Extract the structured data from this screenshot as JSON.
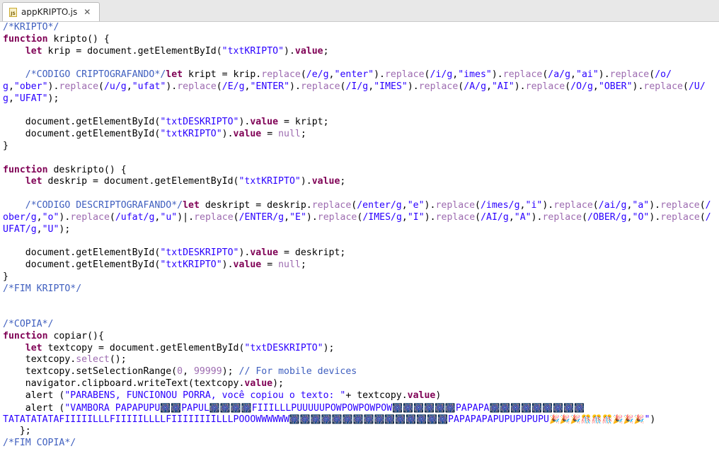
{
  "tab": {
    "title": "appKRIPTO.js",
    "icon": "JS",
    "close": "✕"
  },
  "lines": [
    [
      [
        "c",
        "/*KRIPTO*/"
      ]
    ],
    [
      [
        "k",
        "function"
      ],
      [
        "d",
        " kripto() {"
      ]
    ],
    [
      [
        "d",
        "    "
      ],
      [
        "k",
        "let"
      ],
      [
        "d",
        " krip = document.getElementById("
      ],
      [
        "s",
        "\"txtKRIPTO\""
      ],
      [
        "d",
        ")."
      ],
      [
        "p",
        "value"
      ],
      [
        "d",
        ";"
      ]
    ],
    [
      [
        "d",
        ""
      ]
    ],
    [
      [
        "d",
        "    "
      ],
      [
        "c",
        "/*CODIGO CRIPTOGRAFANDO*/"
      ],
      [
        "k",
        "let"
      ],
      [
        "d",
        " kript = krip."
      ],
      [
        "m",
        "replace"
      ],
      [
        "d",
        "("
      ],
      [
        "s",
        "/e/g"
      ],
      [
        "d",
        ","
      ],
      [
        "s",
        "\"enter\""
      ],
      [
        "d",
        ")."
      ],
      [
        "m",
        "replace"
      ],
      [
        "d",
        "("
      ],
      [
        "s",
        "/i/g"
      ],
      [
        "d",
        ","
      ],
      [
        "s",
        "\"imes\""
      ],
      [
        "d",
        ")."
      ],
      [
        "m",
        "replace"
      ],
      [
        "d",
        "("
      ],
      [
        "s",
        "/a/g"
      ],
      [
        "d",
        ","
      ],
      [
        "s",
        "\"ai\""
      ],
      [
        "d",
        ")."
      ],
      [
        "m",
        "replace"
      ],
      [
        "d",
        "("
      ],
      [
        "s",
        "/o/"
      ]
    ],
    [
      [
        "s",
        "g"
      ],
      [
        "d",
        ","
      ],
      [
        "s",
        "\"ober\""
      ],
      [
        "d",
        ")."
      ],
      [
        "m",
        "replace"
      ],
      [
        "d",
        "("
      ],
      [
        "s",
        "/u/g"
      ],
      [
        "d",
        ","
      ],
      [
        "s",
        "\"ufat\""
      ],
      [
        "d",
        ")."
      ],
      [
        "m",
        "replace"
      ],
      [
        "d",
        "("
      ],
      [
        "s",
        "/E/g"
      ],
      [
        "d",
        ","
      ],
      [
        "s",
        "\"ENTER\""
      ],
      [
        "d",
        ")."
      ],
      [
        "m",
        "replace"
      ],
      [
        "d",
        "("
      ],
      [
        "s",
        "/I/g"
      ],
      [
        "d",
        ","
      ],
      [
        "s",
        "\"IMES\""
      ],
      [
        "d",
        ")."
      ],
      [
        "m",
        "replace"
      ],
      [
        "d",
        "("
      ],
      [
        "s",
        "/A/g"
      ],
      [
        "d",
        ","
      ],
      [
        "s",
        "\"AI\""
      ],
      [
        "d",
        ")."
      ],
      [
        "m",
        "replace"
      ],
      [
        "d",
        "("
      ],
      [
        "s",
        "/O/g"
      ],
      [
        "d",
        ","
      ],
      [
        "s",
        "\"OBER\""
      ],
      [
        "d",
        ")."
      ],
      [
        "m",
        "replace"
      ],
      [
        "d",
        "("
      ],
      [
        "s",
        "/U/"
      ]
    ],
    [
      [
        "s",
        "g"
      ],
      [
        "d",
        ","
      ],
      [
        "s",
        "\"UFAT\""
      ],
      [
        "d",
        ");"
      ]
    ],
    [
      [
        "d",
        ""
      ]
    ],
    [
      [
        "d",
        "    document.getElementById("
      ],
      [
        "s",
        "\"txtDESKRIPTO\""
      ],
      [
        "d",
        ")."
      ],
      [
        "p",
        "value"
      ],
      [
        "d",
        " = kript;"
      ]
    ],
    [
      [
        "d",
        "    document.getElementById("
      ],
      [
        "s",
        "\"txtKRIPTO\""
      ],
      [
        "d",
        ")."
      ],
      [
        "p",
        "value"
      ],
      [
        "d",
        " = "
      ],
      [
        "n",
        "null"
      ],
      [
        "d",
        ";"
      ]
    ],
    [
      [
        "d",
        "}"
      ]
    ],
    [
      [
        "d",
        ""
      ]
    ],
    [
      [
        "k",
        "function"
      ],
      [
        "d",
        " deskripto() {"
      ]
    ],
    [
      [
        "d",
        "    "
      ],
      [
        "k",
        "let"
      ],
      [
        "d",
        " deskrip = document.getElementById("
      ],
      [
        "s",
        "\"txtKRIPTO\""
      ],
      [
        "d",
        ")."
      ],
      [
        "p",
        "value"
      ],
      [
        "d",
        ";"
      ]
    ],
    [
      [
        "d",
        ""
      ]
    ],
    [
      [
        "d",
        "    "
      ],
      [
        "c",
        "/*CODIGO DESCRIPTOGRAFANDO*/"
      ],
      [
        "k",
        "let"
      ],
      [
        "d",
        " deskript = deskrip."
      ],
      [
        "m",
        "replace"
      ],
      [
        "d",
        "("
      ],
      [
        "s",
        "/enter/g"
      ],
      [
        "d",
        ","
      ],
      [
        "s",
        "\"e\""
      ],
      [
        "d",
        ")."
      ],
      [
        "m",
        "replace"
      ],
      [
        "d",
        "("
      ],
      [
        "s",
        "/imes/g"
      ],
      [
        "d",
        ","
      ],
      [
        "s",
        "\"i\""
      ],
      [
        "d",
        ")."
      ],
      [
        "m",
        "replace"
      ],
      [
        "d",
        "("
      ],
      [
        "s",
        "/ai/g"
      ],
      [
        "d",
        ","
      ],
      [
        "s",
        "\"a\""
      ],
      [
        "d",
        ")."
      ],
      [
        "m",
        "replace"
      ],
      [
        "d",
        "("
      ],
      [
        "s",
        "/"
      ]
    ],
    [
      [
        "s",
        "ober/g"
      ],
      [
        "d",
        ","
      ],
      [
        "s",
        "\"o\""
      ],
      [
        "d",
        ")."
      ],
      [
        "m",
        "replace"
      ],
      [
        "d",
        "("
      ],
      [
        "s",
        "/ufat/g"
      ],
      [
        "d",
        ","
      ],
      [
        "s",
        "\"u\""
      ],
      [
        "d",
        ")"
      ],
      [
        "x",
        "|"
      ],
      [
        "d",
        "."
      ],
      [
        "m",
        "replace"
      ],
      [
        "d",
        "("
      ],
      [
        "s",
        "/ENTER/g"
      ],
      [
        "d",
        ","
      ],
      [
        "s",
        "\"E\""
      ],
      [
        "d",
        ")."
      ],
      [
        "m",
        "replace"
      ],
      [
        "d",
        "("
      ],
      [
        "s",
        "/IMES/g"
      ],
      [
        "d",
        ","
      ],
      [
        "s",
        "\"I\""
      ],
      [
        "d",
        ")."
      ],
      [
        "m",
        "replace"
      ],
      [
        "d",
        "("
      ],
      [
        "s",
        "/AI/g"
      ],
      [
        "d",
        ","
      ],
      [
        "s",
        "\"A\""
      ],
      [
        "d",
        ")."
      ],
      [
        "m",
        "replace"
      ],
      [
        "d",
        "("
      ],
      [
        "s",
        "/OBER/g"
      ],
      [
        "d",
        ","
      ],
      [
        "s",
        "\"O\""
      ],
      [
        "d",
        ")."
      ],
      [
        "m",
        "replace"
      ],
      [
        "d",
        "("
      ],
      [
        "s",
        "/"
      ]
    ],
    [
      [
        "s",
        "UFAT/g"
      ],
      [
        "d",
        ","
      ],
      [
        "s",
        "\"U\""
      ],
      [
        "d",
        ");"
      ]
    ],
    [
      [
        "d",
        ""
      ]
    ],
    [
      [
        "d",
        "    document.getElementById("
      ],
      [
        "s",
        "\"txtDESKRIPTO\""
      ],
      [
        "d",
        ")."
      ],
      [
        "p",
        "value"
      ],
      [
        "d",
        " = deskript;"
      ]
    ],
    [
      [
        "d",
        "    document.getElementById("
      ],
      [
        "s",
        "\"txtKRIPTO\""
      ],
      [
        "d",
        ")."
      ],
      [
        "p",
        "value"
      ],
      [
        "d",
        " = "
      ],
      [
        "n",
        "null"
      ],
      [
        "d",
        ";"
      ]
    ],
    [
      [
        "d",
        "}"
      ]
    ],
    [
      [
        "c",
        "/*FIM KRIPTO*/"
      ]
    ],
    [
      [
        "d",
        ""
      ]
    ],
    [
      [
        "d",
        ""
      ]
    ],
    [
      [
        "c",
        "/*COPIA*/"
      ]
    ],
    [
      [
        "k",
        "function"
      ],
      [
        "d",
        " copiar(){"
      ]
    ],
    [
      [
        "d",
        "    "
      ],
      [
        "k",
        "let"
      ],
      [
        "d",
        " textcopy = document.getElementById("
      ],
      [
        "s",
        "\"txtDESKRIPTO\""
      ],
      [
        "d",
        ");"
      ]
    ],
    [
      [
        "d",
        "    textcopy."
      ],
      [
        "m",
        "select"
      ],
      [
        "d",
        "();"
      ]
    ],
    [
      [
        "d",
        "    textcopy.setSelectionRange("
      ],
      [
        "n",
        "0"
      ],
      [
        "d",
        ", "
      ],
      [
        "n",
        "99999"
      ],
      [
        "d",
        "); "
      ],
      [
        "c",
        "// For mobile devices"
      ]
    ],
    [
      [
        "d",
        "    navigator.clipboard.writeText(textcopy."
      ],
      [
        "p",
        "value"
      ],
      [
        "d",
        ");"
      ]
    ],
    [
      [
        "d",
        "    alert ("
      ],
      [
        "s",
        "\"PARABENS, FUNCIONOU PORRA, você copiou o texto: \""
      ],
      [
        "d",
        "+ textcopy."
      ],
      [
        "p",
        "value"
      ],
      [
        "d",
        ")"
      ]
    ],
    [
      [
        "d",
        "    alert ("
      ],
      [
        "s",
        "\"VAMBORA PAPAPUPU"
      ],
      [
        "e",
        "🎆🎆"
      ],
      [
        "s",
        "PAPUL"
      ],
      [
        "e",
        "🎆🎆🎆🎆"
      ],
      [
        "s",
        "FIIILLLPUUUUUPOWPOWPOWPOW"
      ],
      [
        "e",
        "🎆🎆🎆🎆🎆🎆"
      ],
      [
        "s",
        "PAPAPA"
      ],
      [
        "e",
        "🎆🎆🎆🎆🎆🎆🎆🎆🎆"
      ]
    ],
    [
      [
        "s",
        "TATATATATAFIIIIILLLFIIIIILLLLFIIIIIIIILLLPOOOWWWWWW"
      ],
      [
        "e",
        "🎆🎆🎆🎆🎆🎆🎆🎆🎆🎆🎆🎆🎆🎆🎆"
      ],
      [
        "s",
        "PAPAPAPAPUPUPUPUPU"
      ],
      [
        "e",
        "🎉🎉🎉🎊🎊🎊🎉🎉🎉"
      ],
      [
        "s",
        "\""
      ],
      [
        "d",
        ")"
      ]
    ],
    [
      [
        "d",
        "   };"
      ]
    ],
    [
      [
        "c",
        "/*FIM COPIA*/"
      ]
    ]
  ]
}
